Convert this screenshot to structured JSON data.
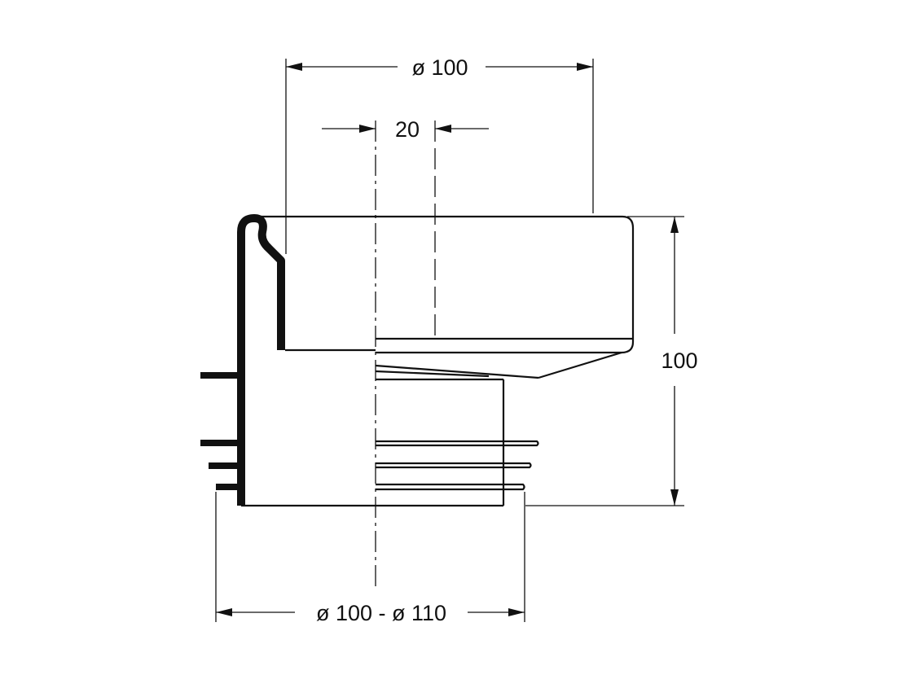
{
  "drawing": {
    "dimensions": {
      "top_diameter": "ø 100",
      "offset": "20",
      "height": "100",
      "bottom_diameter": "ø 100 - ø 110"
    },
    "line_color": "#111111",
    "background": "#ffffff"
  }
}
